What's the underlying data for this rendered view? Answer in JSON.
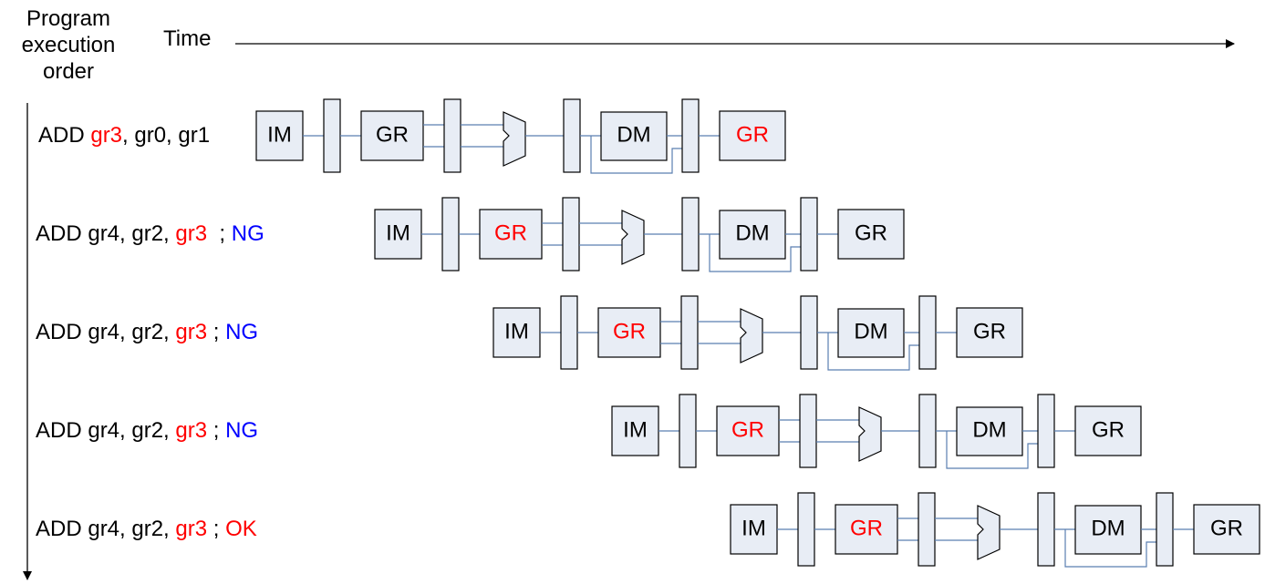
{
  "header": {
    "order_label": [
      "Program",
      "execution",
      "order"
    ],
    "time_label": "Time"
  },
  "colors": {
    "black": "#000000",
    "register": "#ff0000",
    "ng": "#0000ff",
    "ok": "#ff0000",
    "box_fill": "#e8edf5",
    "wire": "#5b7fb0"
  },
  "stages": {
    "im": "IM",
    "gr": "GR",
    "dm": "DM"
  },
  "instructions": [
    {
      "parts": [
        {
          "text": "ADD ",
          "color": "black"
        },
        {
          "text": "gr3",
          "color": "register"
        },
        {
          "text": ", gr0, gr1",
          "color": "black"
        }
      ],
      "highlight": "write"
    },
    {
      "parts": [
        {
          "text": "ADD gr4, gr2, ",
          "color": "black"
        },
        {
          "text": "gr3",
          "color": "register"
        },
        {
          "text": "  ; ",
          "color": "black"
        },
        {
          "text": "NG",
          "color": "ng"
        }
      ],
      "highlight": "read"
    },
    {
      "parts": [
        {
          "text": "ADD gr4, gr2, ",
          "color": "black"
        },
        {
          "text": "gr3",
          "color": "register"
        },
        {
          "text": " ; ",
          "color": "black"
        },
        {
          "text": "NG",
          "color": "ng"
        }
      ],
      "highlight": "read"
    },
    {
      "parts": [
        {
          "text": "ADD gr4, gr2, ",
          "color": "black"
        },
        {
          "text": "gr3",
          "color": "register"
        },
        {
          "text": " ; ",
          "color": "black"
        },
        {
          "text": "NG",
          "color": "ng"
        }
      ],
      "highlight": "read"
    },
    {
      "parts": [
        {
          "text": "ADD gr4, gr2, ",
          "color": "black"
        },
        {
          "text": "gr3",
          "color": "register"
        },
        {
          "text": " ; ",
          "color": "black"
        },
        {
          "text": "OK",
          "color": "ok"
        }
      ],
      "highlight": "read"
    }
  ]
}
